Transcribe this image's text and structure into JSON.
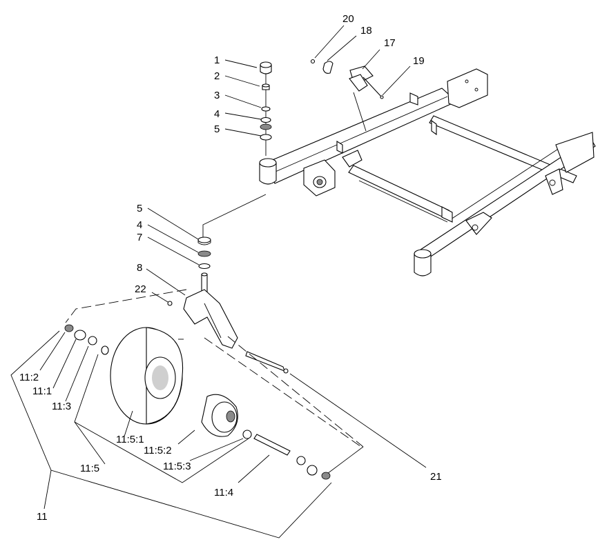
{
  "diagram": {
    "callouts": {
      "c1": "1",
      "c2": "2",
      "c3": "3",
      "c4a": "4",
      "c5a": "5",
      "c5b": "5",
      "c4b": "4",
      "c7": "7",
      "c8": "8",
      "c22": "22",
      "c20": "20",
      "c18": "18",
      "c17": "17",
      "c19": "19",
      "c11_2": "11:2",
      "c11_1": "11:1",
      "c11_3": "11:3",
      "c11_5": "11:5",
      "c11": "11",
      "c11_5_1": "11:5:1",
      "c11_5_2": "11:5:2",
      "c11_5_3": "11:5:3",
      "c11_4": "11:4",
      "c21": "21"
    }
  }
}
